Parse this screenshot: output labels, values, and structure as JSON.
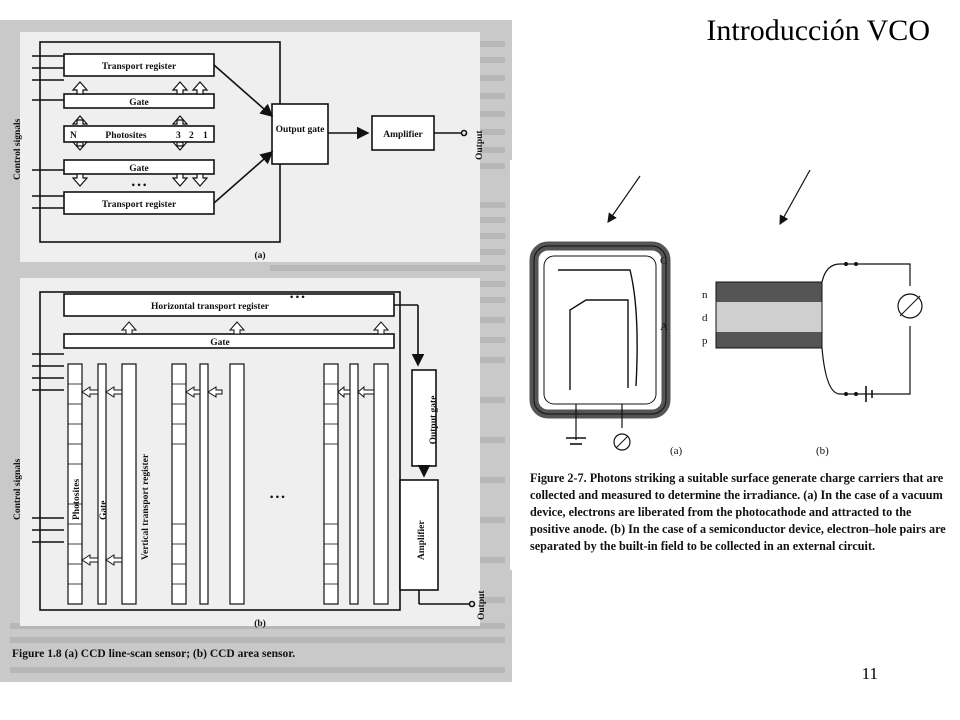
{
  "slide": {
    "title": "Introducción VCO",
    "page_number": "11"
  },
  "figure_left": {
    "panel_a": {
      "label_transport_top": "Transport register",
      "label_gate_top": "Gate",
      "label_photosites": "Photosites",
      "label_n": "N",
      "label_3": "3",
      "label_2": "2",
      "label_1": "1",
      "label_gate_bottom": "Gate",
      "label_transport_bottom": "Transport register",
      "label_output_gate": "Output gate",
      "label_amplifier": "Amplifier",
      "label_output": "Output",
      "label_control": "Control signals",
      "label_dots": "• • •",
      "panel_tag": "(a)"
    },
    "panel_b": {
      "label_htr": "Horizontal transport register",
      "label_gate": "Gate",
      "label_output_gate": "Output gate",
      "label_photosites": "Photosites",
      "label_gate_v": "Gate",
      "label_vtr": "Vertical transport register",
      "label_amplifier": "Amplifier",
      "label_output": "Output",
      "label_control": "Control signals",
      "label_dots": "• • •",
      "panel_tag": "(b)"
    },
    "caption": "Figure 1.8   (a) CCD line-scan sensor; (b) CCD area sensor."
  },
  "figure_right": {
    "label_c": "C",
    "label_a": "A",
    "label_n": "n",
    "label_d": "d",
    "label_p": "p",
    "panel_a": "(a)",
    "panel_b": "(b)",
    "caption": "Figure 2-7.  Photons striking a suitable surface generate charge carriers that are collected and measured to determine the irradiance. (a) In the case of a vacuum device, electrons are liberated from the photocathode and attracted to the positive anode. (b) In the case of a semiconductor device, electron–hole pairs are separated by the built-in field to be collected in an external circuit."
  }
}
